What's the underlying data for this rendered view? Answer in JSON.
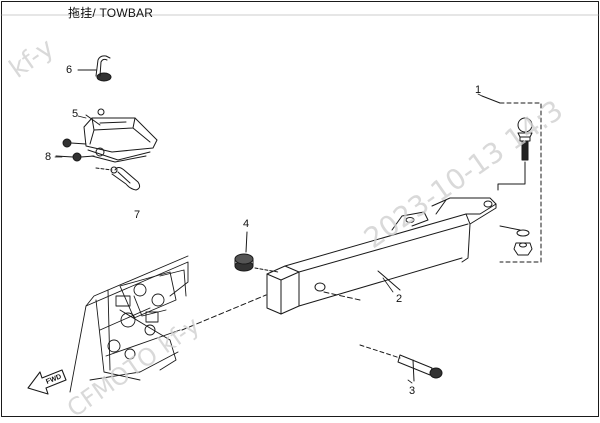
{
  "title": "拖挂/ TOWBAR",
  "callouts": [
    "1",
    "2",
    "3",
    "4",
    "5",
    "6",
    "7",
    "8"
  ],
  "direction_label": "FWD",
  "watermarks": [
    "kf-y",
    "2023-10-13 14:3",
    "CFMOTO kf-y"
  ]
}
